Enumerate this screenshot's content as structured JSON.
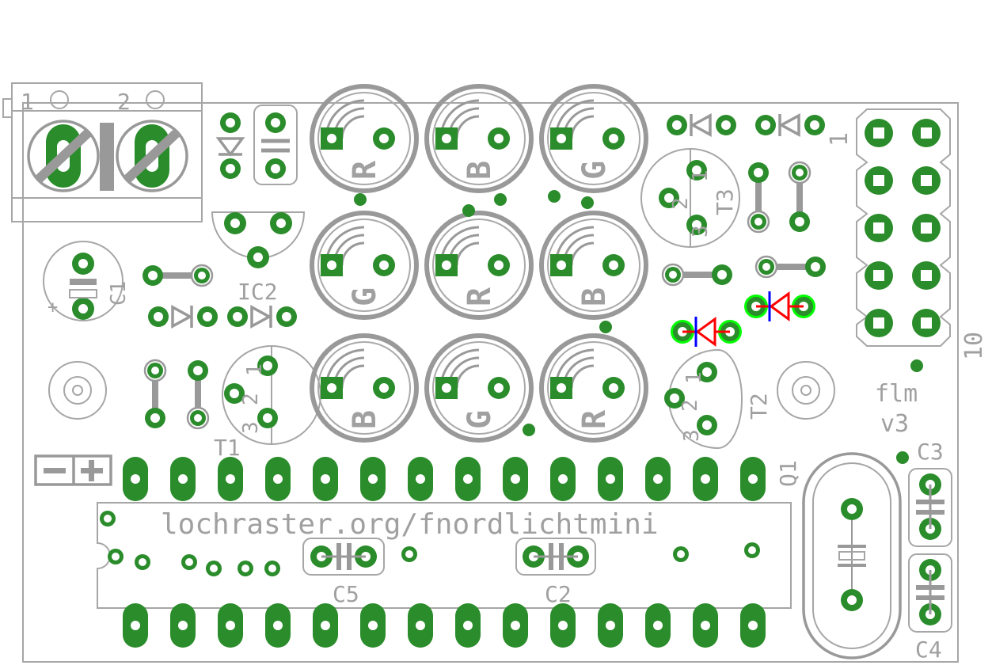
{
  "labels": {
    "terminal_1": "1",
    "terminal_2": "2",
    "c1": "C1",
    "ic2": "IC2",
    "t1": "T1",
    "t2": "T2",
    "t3": "T3",
    "c2": "C2",
    "c3": "C3",
    "c4": "C4",
    "c5": "C5",
    "q1": "Q1",
    "header_pin_1": "1",
    "header_pin_10": "10",
    "author": "flm",
    "version": "v3",
    "url": "lochraster.org/fnordlichtmini",
    "plus_sign": "+"
  },
  "led_letters": [
    "R",
    "B",
    "G",
    "G",
    "R",
    "B",
    "B",
    "G",
    "R"
  ],
  "transistor_pins": [
    "1",
    "2",
    "3"
  ],
  "colors": {
    "copper": "#2a8c2a",
    "silkscreen": "#999999",
    "highlight_pad": "#00ff00",
    "diode_red": "#ff0000",
    "diode_blue": "#0000ff",
    "background": "#ffffff"
  }
}
